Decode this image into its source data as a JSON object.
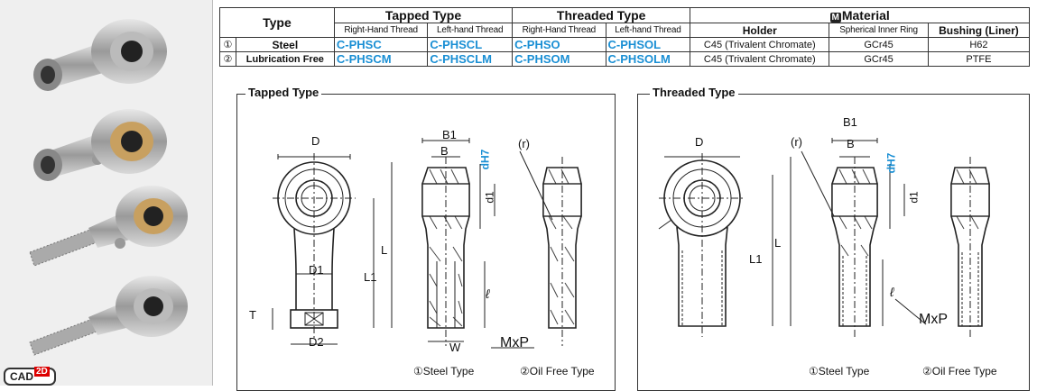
{
  "table": {
    "type_header": "Type",
    "tapped_header": "Tapped Type",
    "threaded_header": "Threaded Type",
    "material_m": "M",
    "material_header": "Material",
    "rh": "Right-Hand Thread",
    "lh": "Left-hand Thread",
    "rh2": "Right-Hand Thread",
    "lh2": "Left-hand Thread",
    "holder": "Holder",
    "inner_ring": "Spherical Inner Ring",
    "bushing": "Bushing (Liner)",
    "rows": [
      {
        "num": "①",
        "type": "Steel",
        "c1": "C-PHSC",
        "c2": "C-PHSCL",
        "c3": "C-PHSO",
        "c4": "C-PHSOL",
        "holder": "C45 (Trivalent Chromate)",
        "ring": "GCr45",
        "bushing": "H62"
      },
      {
        "num": "②",
        "type": "Lubrication Free",
        "c1": "C-PHSCM",
        "c2": "C-PHSCLM",
        "c3": "C-PHSOM",
        "c4": "C-PHSOLM",
        "holder": "C45 (Trivalent Chromate)",
        "ring": "GCr45",
        "bushing": "PTFE"
      }
    ]
  },
  "tapped": {
    "title": "Tapped Type",
    "D": "D",
    "D1": "D1",
    "D2": "D2",
    "T": "T",
    "L1": "L1",
    "L": "L",
    "B1": "B1",
    "B": "B",
    "dH7": "dH7",
    "d1": "d1",
    "W": "W",
    "l": "ℓ",
    "r": "(r)",
    "MxP": "MxP",
    "cap1": "①Steel Type",
    "cap2": "②Oil Free Type"
  },
  "threaded": {
    "title": "Threaded Type",
    "D": "D",
    "B1": "B1",
    "B": "B",
    "dH7": "dH7",
    "d1": "d1",
    "r": "(r)",
    "L": "L",
    "L1": "L1",
    "l": "ℓ",
    "MxP": "MxP",
    "cap1": "①Steel Type",
    "cap2": "②Oil Free Type"
  },
  "cad": {
    "label": "CAD",
    "badge": "2D"
  },
  "colors": {
    "accent": "#1a8fd4",
    "dark": "#222222"
  }
}
